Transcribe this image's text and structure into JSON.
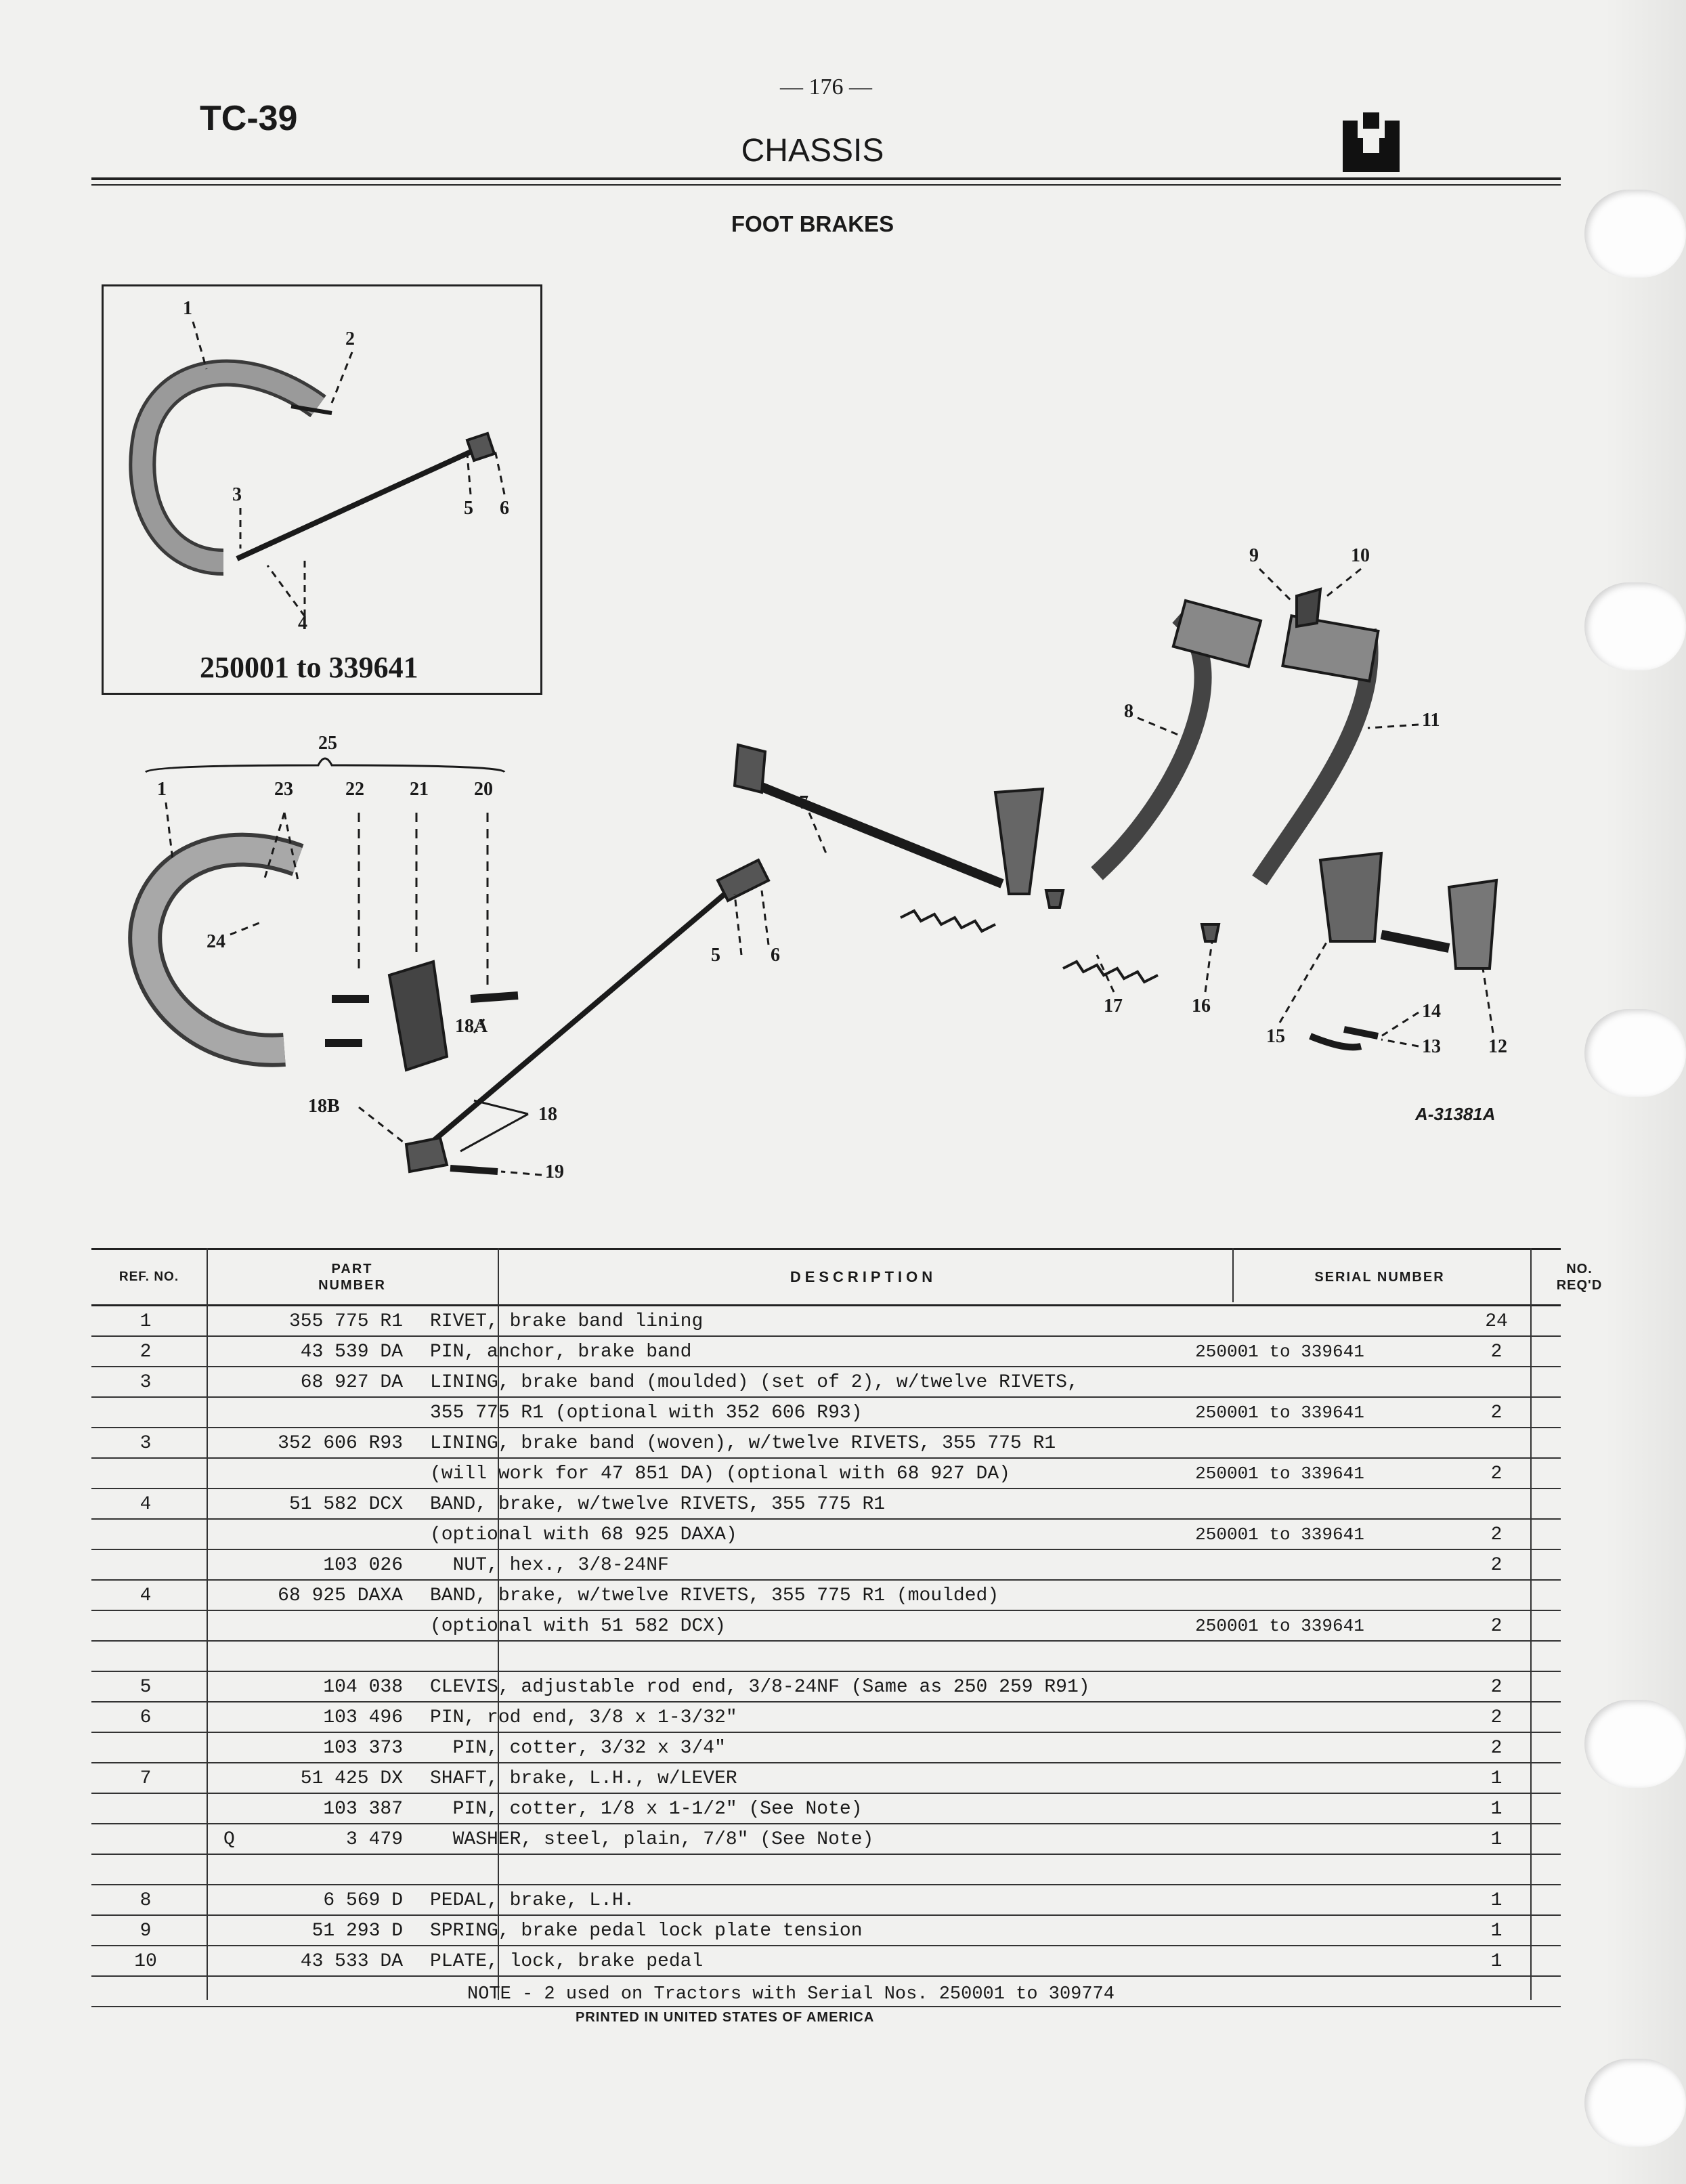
{
  "header": {
    "form_code": "TC-39",
    "page_number": "— 176 —",
    "section_title": "CHASSIS",
    "subsection_title": "FOOT BRAKES"
  },
  "diagram": {
    "inset_serial_range": "250001 to 339641",
    "illustration_code": "A-31381A",
    "inset_callouts": [
      "1",
      "2",
      "3",
      "4",
      "5",
      "6"
    ],
    "main_callouts": [
      "1",
      "5",
      "6",
      "7",
      "8",
      "9",
      "10",
      "11",
      "12",
      "13",
      "14",
      "15",
      "16",
      "17",
      "18",
      "18A",
      "18B",
      "19",
      "20",
      "21",
      "22",
      "23",
      "24",
      "25"
    ]
  },
  "table": {
    "headers": {
      "ref_no": "REF. NO.",
      "part_number": "PART\nNUMBER",
      "description": "DESCRIPTION",
      "serial_number": "SERIAL NUMBER",
      "qty": "NO.\nREQ'D"
    },
    "rows": [
      {
        "ref": "1",
        "prefix": "",
        "part": "355 775 R1",
        "desc": "RIVET, brake band lining",
        "serial": "",
        "qty": "24"
      },
      {
        "ref": "2",
        "prefix": "",
        "part": "43 539 DA",
        "desc": "PIN, anchor, brake band",
        "serial": "250001 to 339641",
        "qty": "2"
      },
      {
        "ref": "3",
        "prefix": "",
        "part": "68 927 DA",
        "desc": "LINING, brake band (moulded) (set of 2), w/twelve RIVETS,",
        "serial": "",
        "qty": ""
      },
      {
        "ref": "",
        "prefix": "",
        "part": "",
        "desc": "355 775 R1 (optional with 352 606 R93)",
        "serial": "250001 to 339641",
        "qty": "2"
      },
      {
        "ref": "3",
        "prefix": "",
        "part": "352 606 R93",
        "desc": "LINING, brake band (woven), w/twelve RIVETS, 355 775 R1",
        "serial": "",
        "qty": ""
      },
      {
        "ref": "",
        "prefix": "",
        "part": "",
        "desc": "(will work for 47 851 DA) (optional with 68 927 DA)",
        "serial": "250001 to 339641",
        "qty": "2"
      },
      {
        "ref": "4",
        "prefix": "",
        "part": "51 582 DCX",
        "desc": "BAND, brake, w/twelve RIVETS, 355 775 R1",
        "serial": "",
        "qty": ""
      },
      {
        "ref": "",
        "prefix": "",
        "part": "",
        "desc": "(optional with 68 925 DAXA)",
        "serial": "250001 to 339641",
        "qty": "2"
      },
      {
        "ref": "",
        "prefix": "",
        "part": "103 026",
        "desc": "  NUT, hex., 3/8-24NF",
        "serial": "",
        "qty": "2"
      },
      {
        "ref": "4",
        "prefix": "",
        "part": "68 925 DAXA",
        "desc": "BAND, brake, w/twelve RIVETS, 355 775 R1 (moulded)",
        "serial": "",
        "qty": ""
      },
      {
        "ref": "",
        "prefix": "",
        "part": "",
        "desc": "(optional with 51 582 DCX)",
        "serial": "250001 to 339641",
        "qty": "2"
      },
      {
        "ref": "",
        "prefix": "",
        "part": "",
        "desc": "",
        "serial": "",
        "qty": ""
      },
      {
        "ref": "5",
        "prefix": "",
        "part": "104 038",
        "desc": "CLEVIS, adjustable rod end, 3/8-24NF (Same as 250 259 R91)",
        "serial": "",
        "qty": "2"
      },
      {
        "ref": "6",
        "prefix": "",
        "part": "103 496",
        "desc": "PIN, rod end, 3/8 x 1-3/32\"",
        "serial": "",
        "qty": "2"
      },
      {
        "ref": "",
        "prefix": "",
        "part": "103 373",
        "desc": "  PIN, cotter, 3/32 x 3/4\"",
        "serial": "",
        "qty": "2"
      },
      {
        "ref": "7",
        "prefix": "",
        "part": "51 425 DX",
        "desc": "SHAFT, brake, L.H., w/LEVER",
        "serial": "",
        "qty": "1"
      },
      {
        "ref": "",
        "prefix": "",
        "part": "103 387",
        "desc": "  PIN, cotter, 1/8 x 1-1/2\" (See Note)",
        "serial": "",
        "qty": "1"
      },
      {
        "ref": "",
        "prefix": "Q",
        "part": "3 479",
        "desc": "  WASHER, steel, plain, 7/8\" (See Note)",
        "serial": "",
        "qty": "1"
      },
      {
        "ref": "",
        "prefix": "",
        "part": "",
        "desc": "",
        "serial": "",
        "qty": ""
      },
      {
        "ref": "8",
        "prefix": "",
        "part": "6 569 D",
        "desc": "PEDAL, brake, L.H.",
        "serial": "",
        "qty": "1"
      },
      {
        "ref": "9",
        "prefix": "",
        "part": "51 293 D",
        "desc": "SPRING, brake pedal lock plate tension",
        "serial": "",
        "qty": "1"
      },
      {
        "ref": "10",
        "prefix": "",
        "part": "43 533 DA",
        "desc": "PLATE, lock, brake pedal",
        "serial": "",
        "qty": "1"
      },
      {
        "ref": "",
        "prefix": "",
        "part": "",
        "desc": "",
        "serial": "",
        "qty": ""
      }
    ]
  },
  "footer": {
    "note": "NOTE - 2 used on Tractors with Serial Nos. 250001 to 309774",
    "printed": "PRINTED IN UNITED STATES OF AMERICA"
  }
}
